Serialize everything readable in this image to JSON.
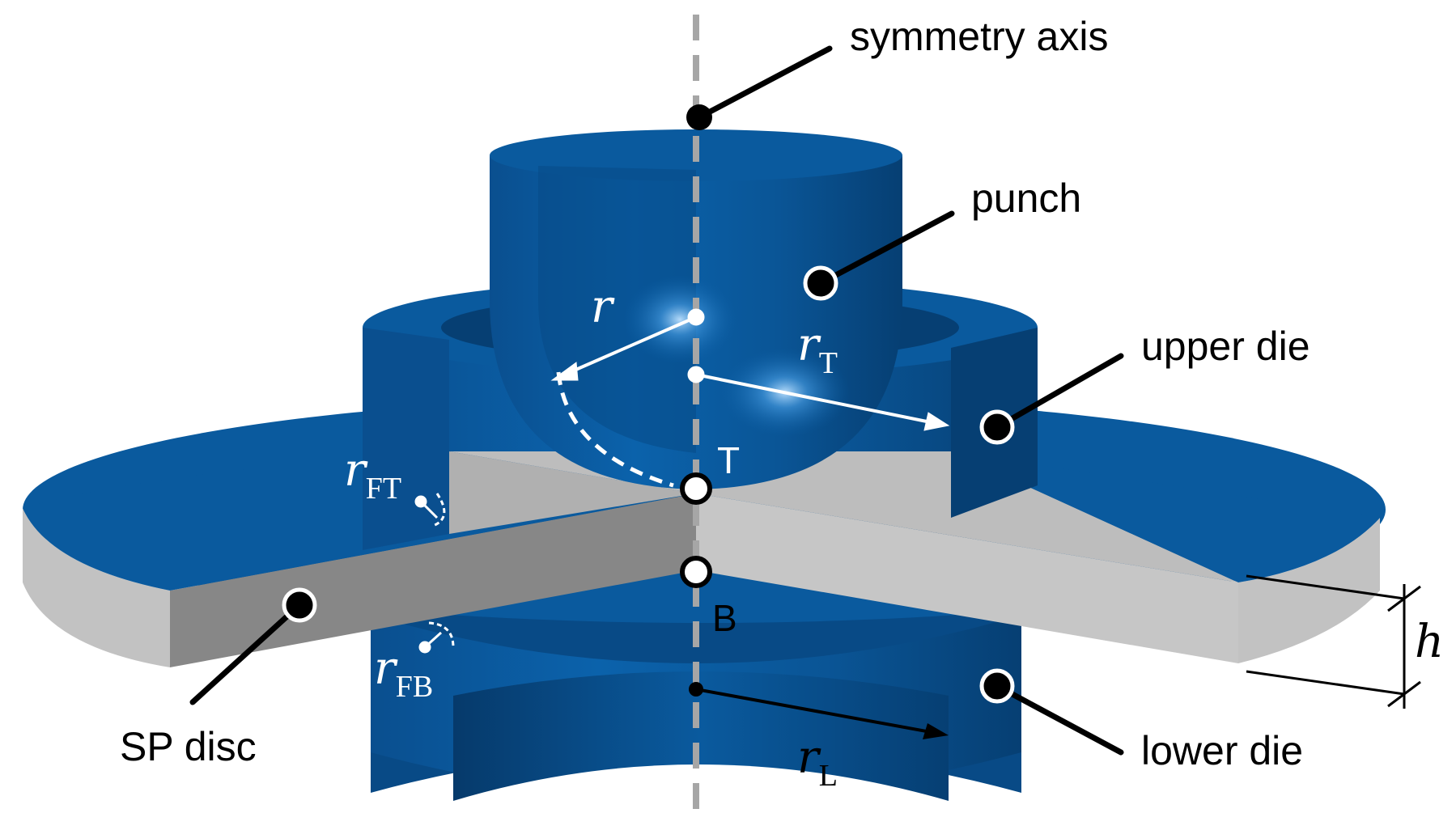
{
  "labels": {
    "symmetry_axis": "symmetry axis",
    "punch": "punch",
    "upper_die": "upper die",
    "lower_die": "lower die",
    "sp_disc": "SP disc"
  },
  "points": {
    "top": "T",
    "bottom": "B"
  },
  "symbols": {
    "r": "r",
    "rT": {
      "base": "r",
      "sub": "T"
    },
    "rFT": {
      "base": "r",
      "sub": "FT"
    },
    "rFB": {
      "base": "r",
      "sub": "FB"
    },
    "rL": {
      "base": "r",
      "sub": "L"
    },
    "h": "h"
  },
  "colors": {
    "die_blue": "#0a5a9e",
    "die_blue_dark": "#063f73",
    "disc_light": "#c8c8c8",
    "disc_dark": "#878787",
    "axis_gray": "#a6a6a6"
  }
}
